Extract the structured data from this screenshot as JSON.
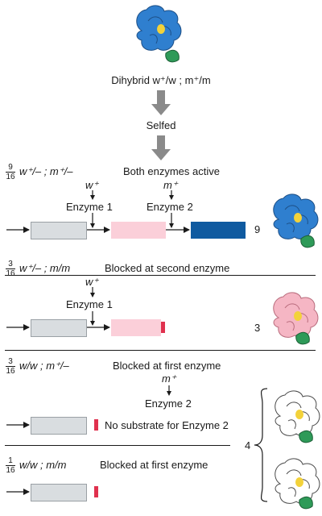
{
  "header": {
    "dihybrid": "Dihybrid w⁺/w  ;  m⁺/m",
    "selfed": "Selfed"
  },
  "sections": [
    {
      "frac_num": "9",
      "frac_den": "16",
      "genotype": "w⁺/–  ;  m⁺/–",
      "description": "Both enzymes active",
      "count": "9",
      "allele1": "w⁺",
      "enzyme1": "Enzyme 1",
      "allele2": "m⁺",
      "enzyme2": "Enzyme 2",
      "flower": "blue"
    },
    {
      "frac_num": "3",
      "frac_den": "16",
      "genotype": "w⁺/–  ;  m/m",
      "description": "Blocked at second enzyme",
      "count": "3",
      "allele1": "w⁺",
      "enzyme1": "Enzyme 1",
      "flower": "pink"
    },
    {
      "frac_num": "3",
      "frac_den": "16",
      "genotype": "w/w  ;  m⁺/–",
      "description": "Blocked at first enzyme",
      "allele2": "m⁺",
      "enzyme2": "Enzyme 2",
      "note": "No substrate for Enzyme 2",
      "flower": "white"
    },
    {
      "frac_num": "1",
      "frac_den": "16",
      "genotype": "w/w  ;  m/m",
      "description": "Blocked at first enzyme",
      "flower": "white"
    }
  ],
  "white_group_count": "4",
  "colors": {
    "blue_petal": "#2f7fcf",
    "pink_petal": "#f5b6c4",
    "white_petal": "#ffffff",
    "leaf": "#2e9a58",
    "arrow_gray": "#8a8a8a",
    "stop_red": "#e0314e",
    "blue_pigment": "#0f5aa0",
    "pink_pigment": "#fbcfd9",
    "gray_precursor": "#d9dde0"
  }
}
